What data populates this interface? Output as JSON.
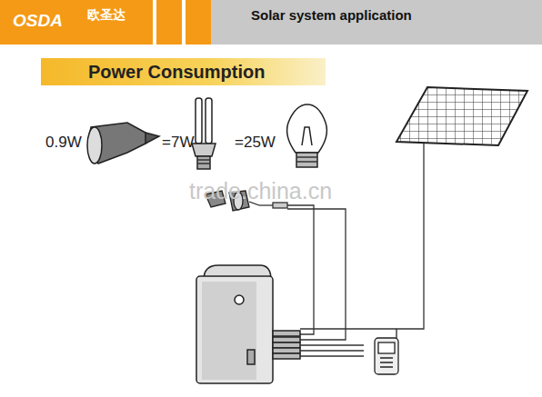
{
  "diagram": {
    "title": "Solar system application",
    "nodes": [
      {
        "text": [
          "Power Consumption"
        ]
      }
    ],
    "labels": [
      "OSDA",
      "欧圣达",
      "0.9W",
      "=7W",
      "=25W",
      "trade.china.cn"
    ]
  }
}
